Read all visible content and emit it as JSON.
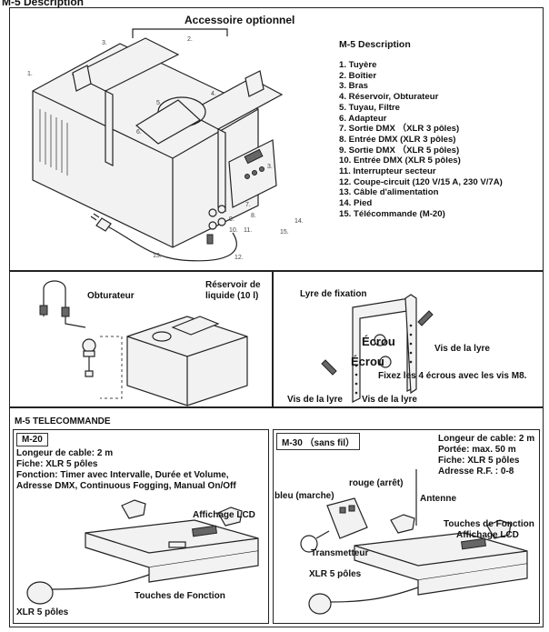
{
  "header_fragment": "M-5 Description",
  "top": {
    "accessory_title": "Accessoire optionnel",
    "desc_title": "M-5 Description",
    "parts": [
      "1. Tuyère",
      "2. Boîtier",
      "3. Bras",
      "4. Réservoir, Obturateur",
      "5. Tuyau, Filtre",
      "6. Adapteur",
      "7. Sortie DMX （XLR 3 pôles)",
      "8. Entrée DMX (XLR 3 pôles)",
      "9. Sortie DMX （XLR 5 pôles)",
      "10. Entrée DMX (XLR 5 pôles)",
      "11. Interrupteur secteur",
      "12. Coupe-circuit (120 V/15 A, 230 V/7A)",
      "13. Câble d'alimentation",
      "14. Pied",
      "15. Télécommande (M-20)"
    ],
    "part_numbers": [
      "1.",
      "2.",
      "3.",
      "4.",
      "5.",
      "6.",
      "3.",
      "7.",
      "8.",
      "9.",
      "10.",
      "11.",
      "12.",
      "13.",
      "14.",
      "15."
    ]
  },
  "middle": {
    "obturateur": "Obturateur",
    "reservoir_line1": "Réservoir de",
    "reservoir_line2": "liquide (10 l)",
    "lyre_title": "Lyre de fixation",
    "ecrou_1": "Écrou",
    "ecrou_2": "Écrou",
    "vis_lyre_right": "Vis de la lyre",
    "fixez_text": "Fixez les 4 écrous avec les vis M8.",
    "vis_lyre_left": "Vis de la lyre",
    "vis_lyre_bottom": "Vis de la lyre"
  },
  "telecommande": {
    "section_title": "M-5 TELECOMMANDE",
    "m20": {
      "tag": "M-20",
      "cable": "Longeur de cable: 2 m",
      "fiche": "Fiche: XLR 5 pôles",
      "fonction_1": "Fonction: Timer avec Intervalle, Durée et Volume,",
      "fonction_2": "Adresse DMX, Continuous Fogging, Manual On/Off",
      "lcd": "Affichage LCD",
      "touches": "Touches de Fonction",
      "xlr": "XLR 5 pôles"
    },
    "m30": {
      "tag": "M-30 （sans fil）",
      "cable": "Longeur de cable: 2 m",
      "portee": "Portée: max. 50 m",
      "fiche": "Fiche: XLR 5 pôles",
      "adresse": "Adresse R.F. : 0-8",
      "bleu": "bleu (marche)",
      "rouge": "rouge (arrêt)",
      "antenne": "Antenne",
      "touches": "Touches de Fonction",
      "lcd": "Affichage LCD",
      "transmetteur": "Transmetteur",
      "xlr": "XLR 5 pôles"
    }
  }
}
